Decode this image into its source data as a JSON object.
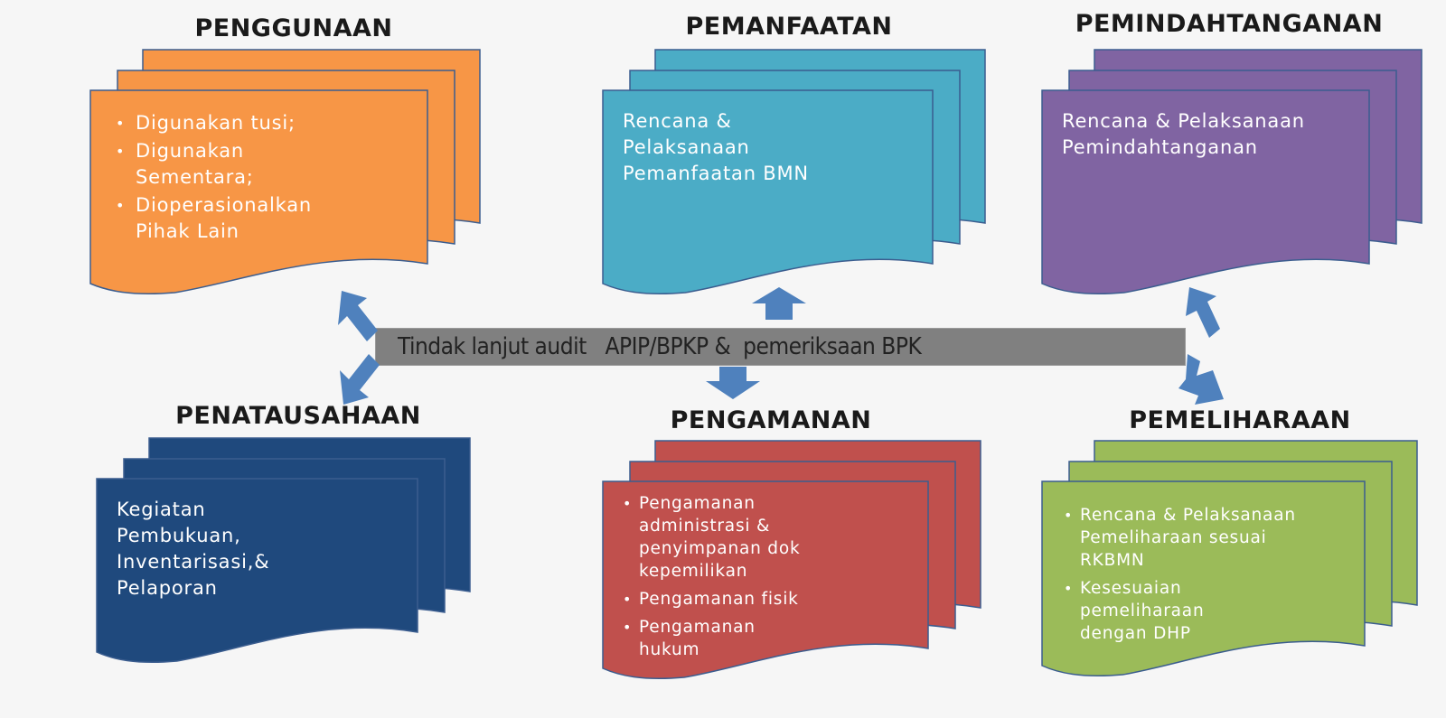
{
  "center_bar": {
    "text": "Tindak lanjut audit   APIP/BPKP &  pemeriksaan BPK",
    "color": "#808080"
  },
  "arrow_color": "#4F81BD",
  "cards": [
    {
      "id": "penggunaan",
      "title": "PENGGUNAAN",
      "color": "#F79646",
      "type": "bullets",
      "items": [
        "Digunakan tusi;",
        "Digunakan Sementara;",
        "Dioperasionalkan Pihak Lain"
      ]
    },
    {
      "id": "pemanfaatan",
      "title": "PEMANFAATAN",
      "color": "#4BACC6",
      "type": "text",
      "text": "Rencana & Pelaksanaan Pemanfaatan BMN"
    },
    {
      "id": "pemindahtanganan",
      "title": "PEMINDAHTANGANAN",
      "color": "#8064A2",
      "type": "text",
      "text": "Rencana & Pelaksanaan Pemindahtanganan"
    },
    {
      "id": "penatausahaan",
      "title": "PENATAUSAHAAN",
      "color": "#1F497D",
      "type": "text",
      "text": "Kegiatan Pembukuan, Inventarisasi,& Pelaporan"
    },
    {
      "id": "pengamanan",
      "title": "PENGAMANAN",
      "color": "#C0504D",
      "type": "bullets",
      "items": [
        "Pengamanan administrasi & penyimpanan dok kepemilikan",
        "Pengamanan fisik",
        "Pengamanan hukum"
      ]
    },
    {
      "id": "pemeliharaan",
      "title": "PEMELIHARAAN",
      "color": "#9BBB59",
      "type": "bullets",
      "items": [
        "Rencana & Pelaksanaan Pemeliharaan sesuai RKBMN",
        "Kesesuaian pemeliharaan dengan DHP"
      ]
    }
  ]
}
